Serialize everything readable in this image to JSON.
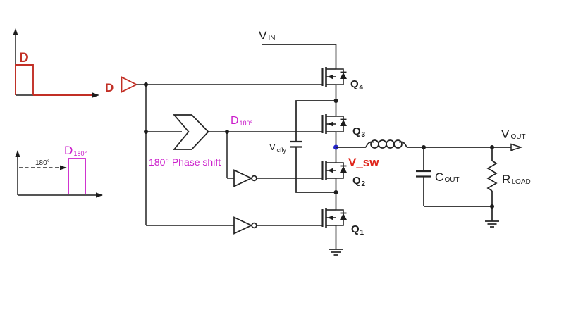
{
  "colors": {
    "red": "#c22f25",
    "bright_red": "#e0251b",
    "magenta": "#cb1ecb",
    "wire_gray": "#3d3d3d",
    "black": "#242424",
    "node_blue": "#2323c8"
  },
  "waveform_d": {
    "label": "D"
  },
  "waveform_d180": {
    "label_main": "D",
    "label_sub": "180°",
    "delay_annotation": "180°"
  },
  "driver": {
    "input_label": "D",
    "phase_shift_caption": "180° Phase shift",
    "phase_output_main": "D",
    "phase_output_sub": "180°"
  },
  "power_stage": {
    "vin_main": "V",
    "vin_sub": "IN",
    "vcfly_main": "V",
    "vcfly_sub": "cfly",
    "vsw_label": "V_sw",
    "transistors": [
      {
        "main": "Q",
        "sub": "4"
      },
      {
        "main": "Q",
        "sub": "3"
      },
      {
        "main": "Q",
        "sub": "2"
      },
      {
        "main": "Q",
        "sub": "1"
      }
    ]
  },
  "output": {
    "vout_main": "V",
    "vout_sub": "OUT",
    "cout_main": "C",
    "cout_sub": "OUT",
    "rload_main": "R",
    "rload_sub": "LOAD"
  }
}
